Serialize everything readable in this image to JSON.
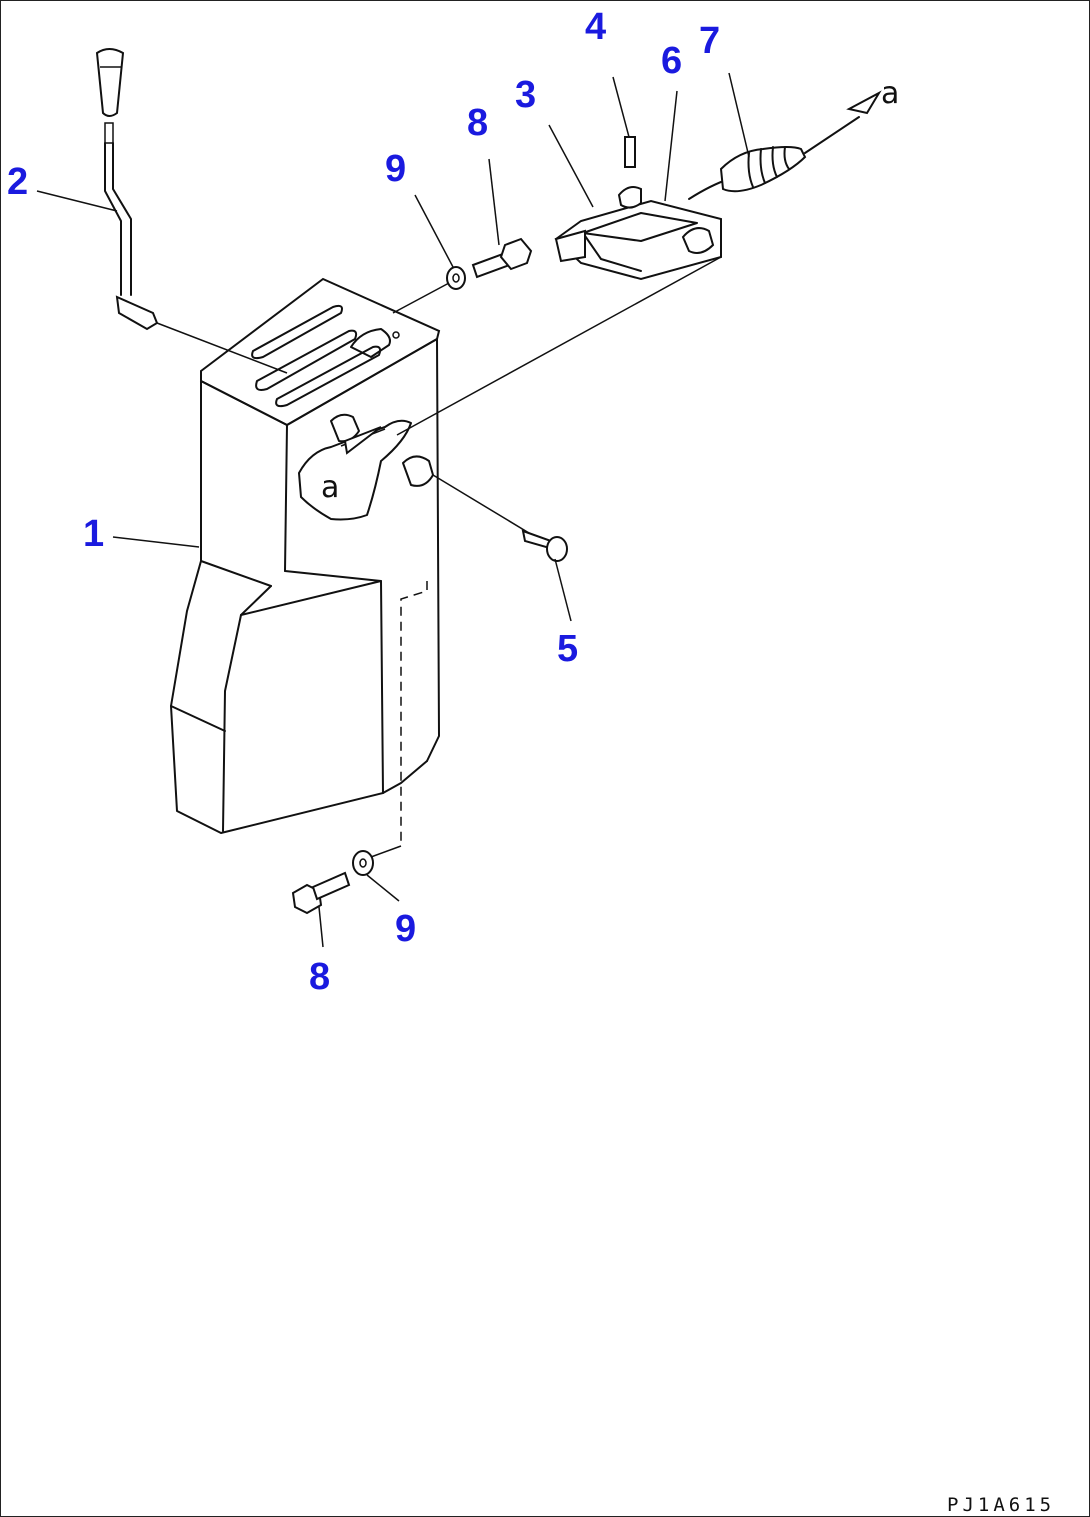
{
  "diagram": {
    "accent_color": "#1a1adf",
    "callouts": {
      "c1": "1",
      "c2": "2",
      "c3": "3",
      "c4": "4",
      "c5": "5",
      "c6": "6",
      "c7": "7",
      "c8_top": "8",
      "c8_bottom": "8",
      "c9_top": "9",
      "c9_bottom": "9"
    },
    "connection_ref": "a",
    "drawing_code": "PJ1A615"
  }
}
